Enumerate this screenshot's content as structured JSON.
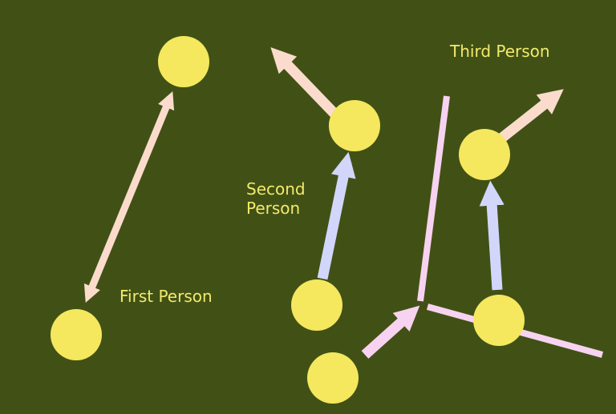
{
  "colors": {
    "background": "#415116",
    "circle": "#f5e85e",
    "label": "#f3ea6c",
    "arrow_peach": "#fbdccc",
    "arrow_lavender": "#d3d6fb",
    "arrow_pink": "#f7d3f1"
  },
  "labels": {
    "first": "First Person",
    "second_line1": "Second",
    "second_line2": "Person",
    "third": "Third Person"
  },
  "figures": {
    "first_person": {
      "circles": 2,
      "arrow": "double-headed"
    },
    "second_person": {
      "circles": 2,
      "arrows": 2
    },
    "third_person": {
      "circles": 3,
      "arrows": 3,
      "lines": 2
    }
  }
}
